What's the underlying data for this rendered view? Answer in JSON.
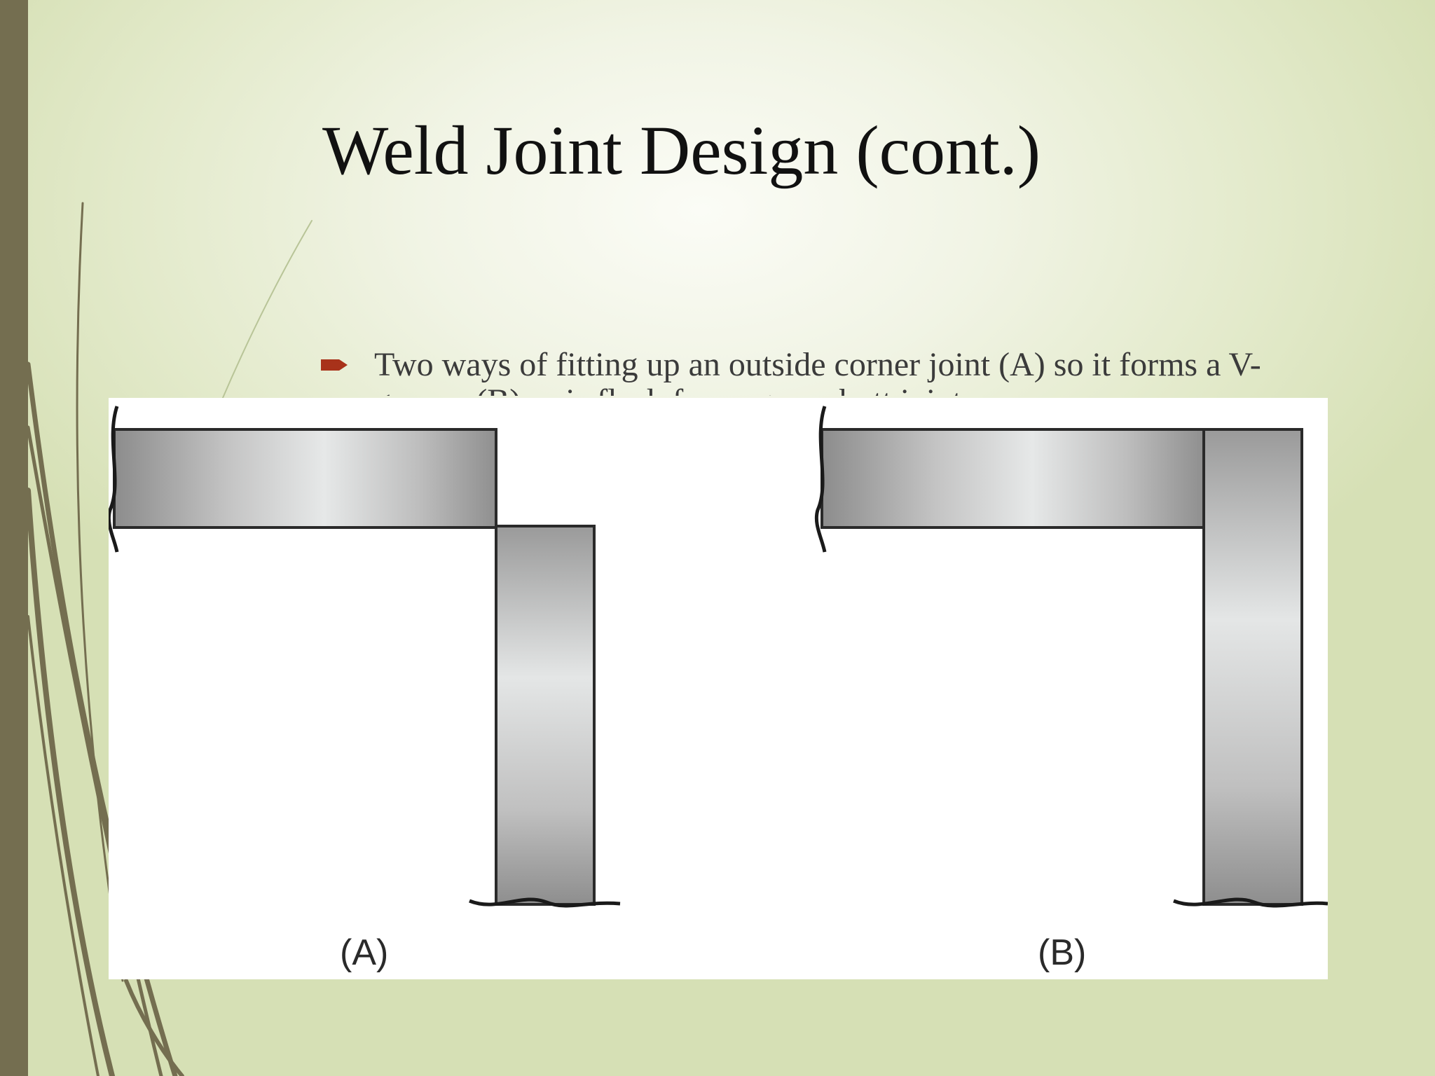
{
  "slide": {
    "title": "Weld Joint Design (cont.)",
    "bullet": "Two ways of fitting up an outside corner joint (A) so it forms a V-groove (B) or is flush for a square butt joint."
  },
  "figure": {
    "label_a": "(A)",
    "label_b": "(B)"
  },
  "colors": {
    "sidebar": "#746e50",
    "bullet_arrow": "#a8321a",
    "plate_dark": "#8c8c8c",
    "plate_light": "#e6e8e8"
  }
}
